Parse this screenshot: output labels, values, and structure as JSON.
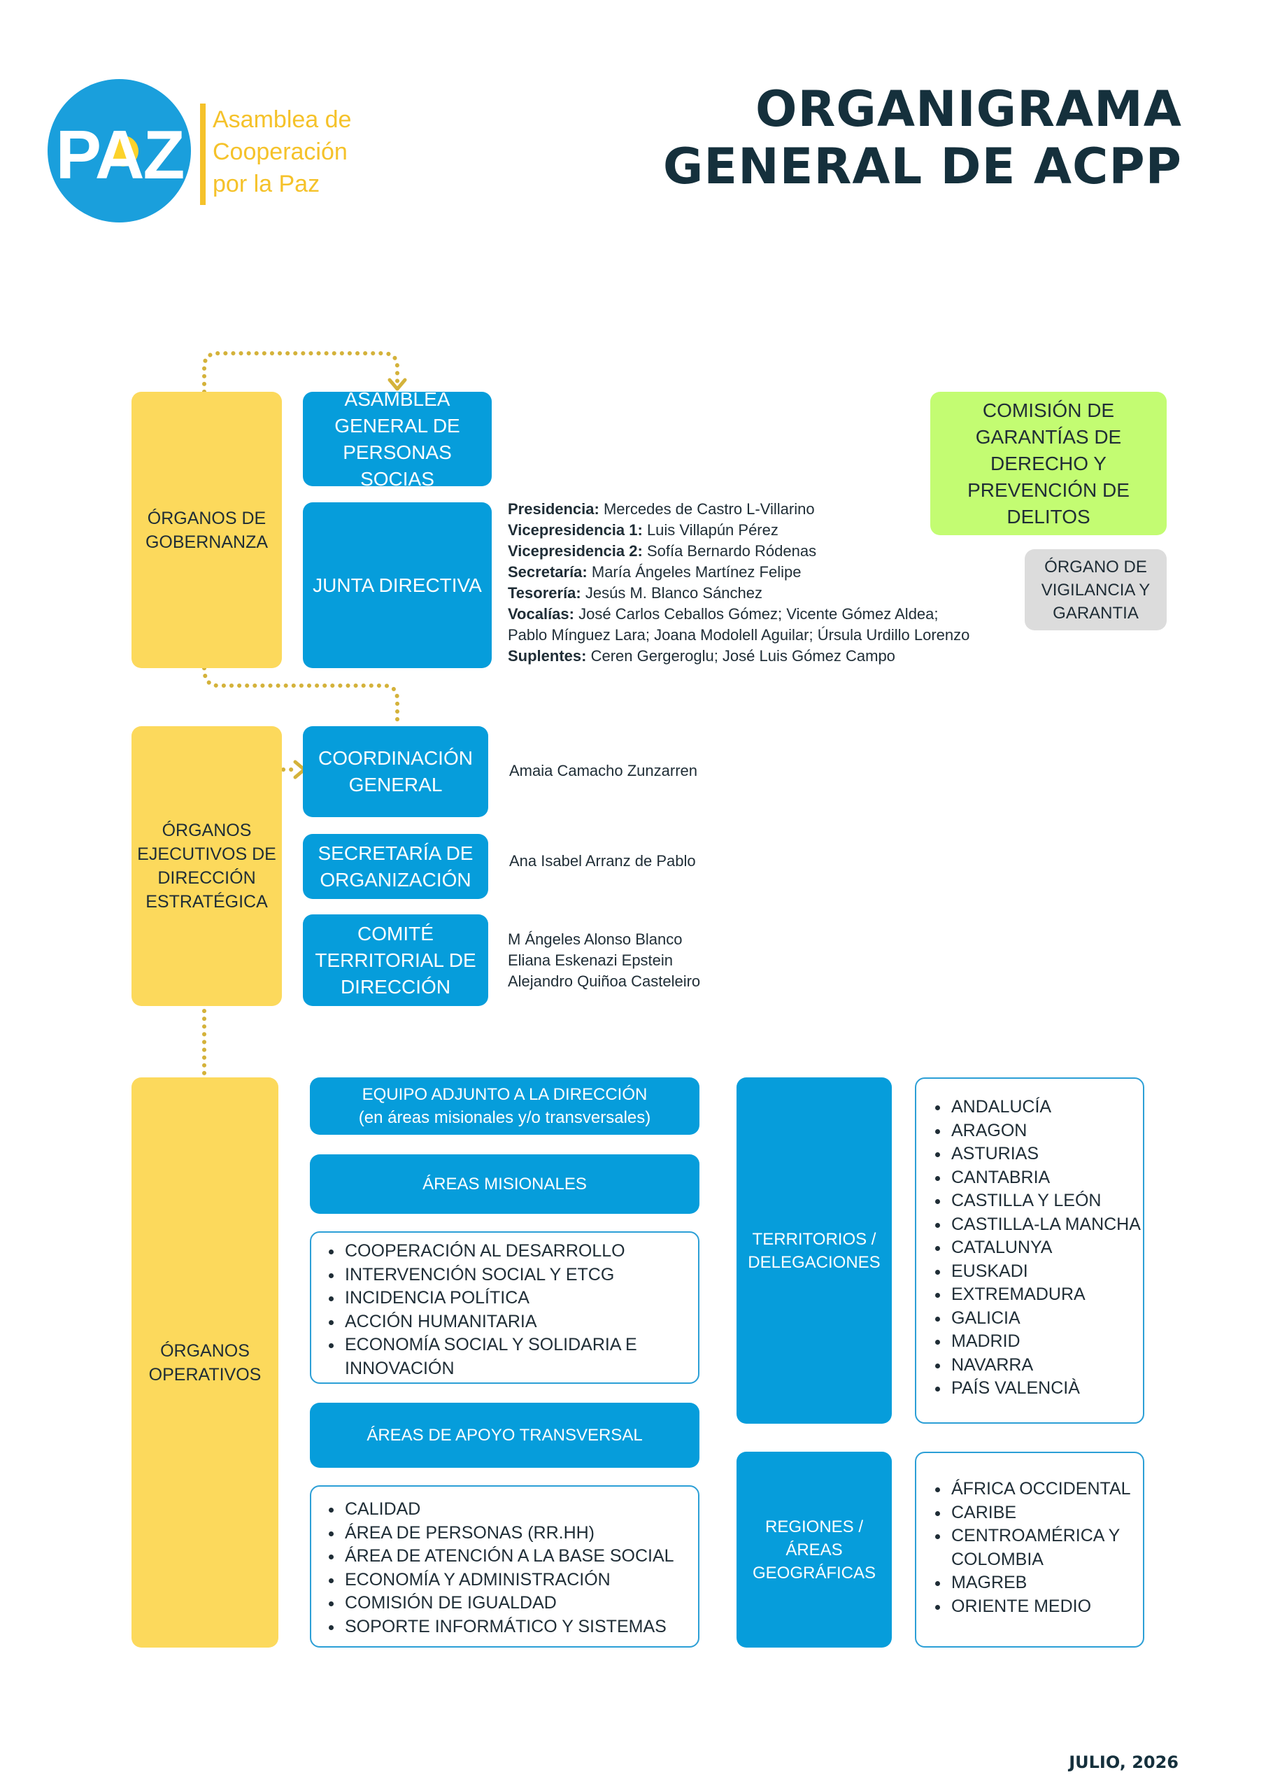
{
  "header": {
    "logo": {
      "mark": "PAZ",
      "org_lines": [
        "Asamblea de",
        "Cooperación",
        "por la Paz"
      ]
    },
    "title_lines": [
      "ORGANIGRAMA",
      "GENERAL DE ACPP"
    ]
  },
  "gobernanza": {
    "label": "ÓRGANOS DE GOBERNANZA",
    "asamblea": "ASAMBLEA GENERAL DE PERSONAS SOCIAS",
    "junta": "JUNTA DIRECTIVA",
    "members": [
      {
        "role": "Presidencia:",
        "name": "Mercedes de Castro L-Villarino"
      },
      {
        "role": "Vicepresidencia 1:",
        "name": "Luis Villapún Pérez"
      },
      {
        "role": "Vicepresidencia 2:",
        "name": "Sofía Bernardo Ródenas"
      },
      {
        "role": "Secretaría:",
        "name": "María Ángeles Martínez Felipe"
      },
      {
        "role": "Tesorería:",
        "name": "Jesús M. Blanco Sánchez"
      },
      {
        "role": "Vocalías:",
        "name": "José Carlos Ceballos Gómez; Vicente Gómez Aldea;"
      },
      {
        "role": "",
        "name": "Pablo Mínguez Lara; Joana Modolell Aguilar; Úrsula Urdillo Lorenzo"
      },
      {
        "role": "Suplentes:",
        "name": "Ceren Gergeroglu; José Luis Gómez Campo"
      }
    ],
    "comision": "COMISIÓN DE GARANTÍAS DE DERECHO Y PREVENCIÓN DE DELITOS",
    "organo_vigilancia": "ÓRGANO DE VIGILANCIA Y GARANTIA"
  },
  "ejecutivos": {
    "label": "ÓRGANOS EJECUTIVOS DE DIRECCIÓN ESTRATÉGICA",
    "coordinacion": {
      "title": "COORDINACIÓN GENERAL",
      "people": [
        "Amaia Camacho Zunzarren"
      ]
    },
    "secretaria": {
      "title": "SECRETARÍA DE ORGANIZACIÓN",
      "people": [
        "Ana Isabel Arranz de Pablo"
      ]
    },
    "comite": {
      "title": "COMITÉ TERRITORIAL DE DIRECCIÓN",
      "people": [
        "M Ángeles Alonso Blanco",
        "Eliana Eskenazi Epstein",
        "Alejandro Quiñoa Casteleiro"
      ]
    }
  },
  "operativos": {
    "label": "ÓRGANOS OPERATIVOS",
    "equipo_adjunto": {
      "line1": "EQUIPO ADJUNTO A LA DIRECCIÓN",
      "line2": "(en áreas misionales y/o transversales)"
    },
    "areas_misionales": {
      "title": "ÁREAS MISIONALES",
      "items": [
        "COOPERACIÓN AL DESARROLLO",
        "INTERVENCIÓN SOCIAL Y ETCG",
        "INCIDENCIA POLÍTICA",
        "ACCIÓN HUMANITARIA",
        "ECONOMÍA SOCIAL Y SOLIDARIA E INNOVACIÓN"
      ]
    },
    "areas_apoyo": {
      "title": "ÁREAS DE APOYO TRANSVERSAL",
      "items": [
        "CALIDAD",
        "ÁREA DE PERSONAS (RR.HH)",
        "ÁREA DE ATENCIÓN A LA BASE SOCIAL",
        "ECONOMÍA Y ADMINISTRACIÓN",
        "COMISIÓN DE IGUALDAD",
        "SOPORTE INFORMÁTICO Y SISTEMAS"
      ]
    },
    "territorios": {
      "title": "TERRITORIOS / DELEGACIONES",
      "items": [
        "ANDALUCÍA",
        "ARAGON",
        "ASTURIAS",
        "CANTABRIA",
        "CASTILLA Y LEÓN",
        "CASTILLA-LA MANCHA",
        "CATALUNYA",
        "EUSKADI",
        "EXTREMADURA",
        "GALICIA",
        "MADRID",
        "NAVARRA",
        "PAÍS VALENCIÀ"
      ]
    },
    "regiones": {
      "title": "REGIONES / ÁREAS GEOGRÁFICAS",
      "items": [
        "ÁFRICA OCCIDENTAL",
        "CARIBE",
        "CENTROAMÉRICA Y COLOMBIA",
        "MAGREB",
        "ORIENTE MEDIO"
      ]
    }
  },
  "footer": {
    "date": "JULIO, 2026"
  },
  "colors": {
    "blue": "#069ddb",
    "yellow": "#fcd95c",
    "green": "#c3fc72",
    "grey": "#dcdcdc",
    "title": "#15303c",
    "dots": "#d4b23a"
  }
}
